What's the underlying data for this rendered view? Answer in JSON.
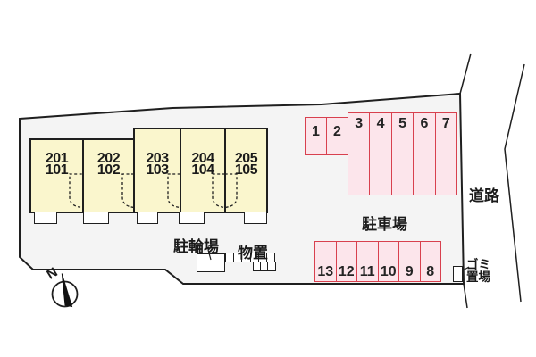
{
  "labels": {
    "parking_lot": "駐車場",
    "road": "道路",
    "bicycle_parking": "駐輪場",
    "storage": "物置",
    "garbage_area": [
      "ゴミ",
      "置場"
    ],
    "north": "N"
  },
  "building_units": [
    {
      "floor2": "201",
      "floor1": "101"
    },
    {
      "floor2": "202",
      "floor1": "102"
    },
    {
      "floor2": "203",
      "floor1": "103"
    },
    {
      "floor2": "204",
      "floor1": "104"
    },
    {
      "floor2": "205",
      "floor1": "105"
    }
  ],
  "parking_spaces": {
    "upper": [
      "1",
      "2",
      "3",
      "4",
      "5",
      "6",
      "7"
    ],
    "lower": [
      "13",
      "12",
      "11",
      "10",
      "9",
      "8"
    ]
  },
  "colors": {
    "site_fill": "#f4f4f4",
    "building_fill": "#faf6cd",
    "parking_fill": "#fce5eb",
    "parking_border": "#d8404e",
    "line": "#1f1f1f"
  }
}
